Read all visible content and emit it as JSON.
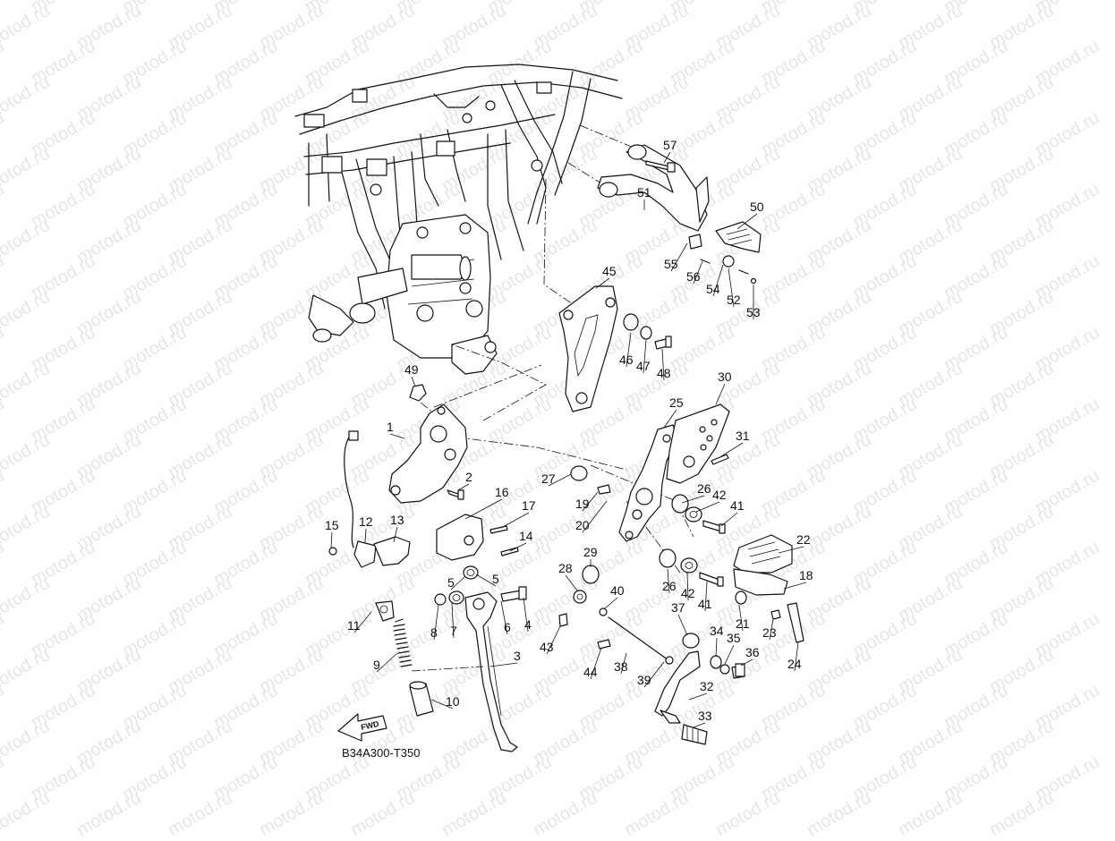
{
  "watermark": {
    "text": "motod.ru"
  },
  "diagram": {
    "code": "B34A300-T350",
    "fwd_label": "FWD",
    "callouts": [
      {
        "id": "c1",
        "label": "1"
      },
      {
        "id": "c2",
        "label": "2"
      },
      {
        "id": "c3",
        "label": "3"
      },
      {
        "id": "c4",
        "label": "4"
      },
      {
        "id": "c5a",
        "label": "5"
      },
      {
        "id": "c5b",
        "label": "5"
      },
      {
        "id": "c6",
        "label": "6"
      },
      {
        "id": "c7",
        "label": "7"
      },
      {
        "id": "c8",
        "label": "8"
      },
      {
        "id": "c9",
        "label": "9"
      },
      {
        "id": "c10",
        "label": "10"
      },
      {
        "id": "c11",
        "label": "11"
      },
      {
        "id": "c12",
        "label": "12"
      },
      {
        "id": "c13",
        "label": "13"
      },
      {
        "id": "c14",
        "label": "14"
      },
      {
        "id": "c15",
        "label": "15"
      },
      {
        "id": "c16",
        "label": "16"
      },
      {
        "id": "c17",
        "label": "17"
      },
      {
        "id": "c18",
        "label": "18"
      },
      {
        "id": "c19",
        "label": "19"
      },
      {
        "id": "c20",
        "label": "20"
      },
      {
        "id": "c21",
        "label": "21"
      },
      {
        "id": "c22",
        "label": "22"
      },
      {
        "id": "c23",
        "label": "23"
      },
      {
        "id": "c24",
        "label": "24"
      },
      {
        "id": "c25",
        "label": "25"
      },
      {
        "id": "c26a",
        "label": "26"
      },
      {
        "id": "c26b",
        "label": "26"
      },
      {
        "id": "c27",
        "label": "27"
      },
      {
        "id": "c28",
        "label": "28"
      },
      {
        "id": "c29",
        "label": "29"
      },
      {
        "id": "c30",
        "label": "30"
      },
      {
        "id": "c31",
        "label": "31"
      },
      {
        "id": "c32",
        "label": "32"
      },
      {
        "id": "c33",
        "label": "33"
      },
      {
        "id": "c34",
        "label": "34"
      },
      {
        "id": "c35",
        "label": "35"
      },
      {
        "id": "c36",
        "label": "36"
      },
      {
        "id": "c37",
        "label": "37"
      },
      {
        "id": "c38",
        "label": "38"
      },
      {
        "id": "c39",
        "label": "39"
      },
      {
        "id": "c40",
        "label": "40"
      },
      {
        "id": "c41a",
        "label": "41"
      },
      {
        "id": "c41b",
        "label": "41"
      },
      {
        "id": "c42a",
        "label": "42"
      },
      {
        "id": "c42b",
        "label": "42"
      },
      {
        "id": "c43",
        "label": "43"
      },
      {
        "id": "c44",
        "label": "44"
      },
      {
        "id": "c45",
        "label": "45"
      },
      {
        "id": "c46",
        "label": "46"
      },
      {
        "id": "c47",
        "label": "47"
      },
      {
        "id": "c48",
        "label": "48"
      },
      {
        "id": "c49",
        "label": "49"
      },
      {
        "id": "c50",
        "label": "50"
      },
      {
        "id": "c51",
        "label": "51"
      },
      {
        "id": "c52",
        "label": "52"
      },
      {
        "id": "c53",
        "label": "53"
      },
      {
        "id": "c54",
        "label": "54"
      },
      {
        "id": "c55",
        "label": "55"
      },
      {
        "id": "c56",
        "label": "56"
      },
      {
        "id": "c57",
        "label": "57"
      }
    ]
  }
}
